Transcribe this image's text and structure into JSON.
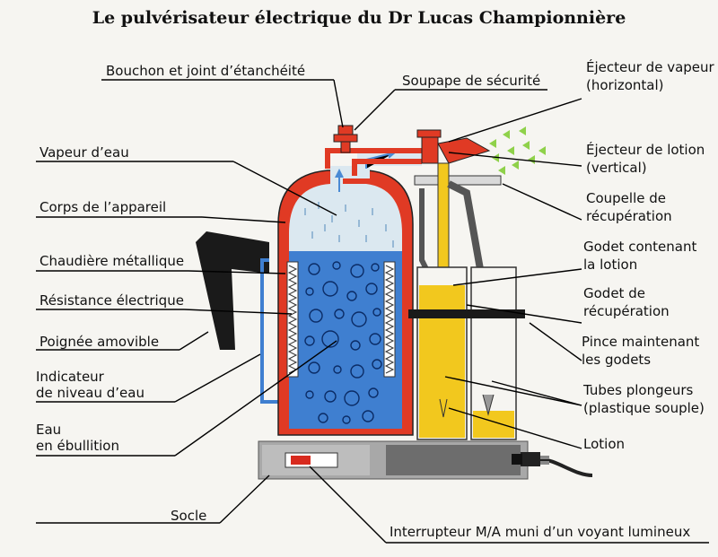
{
  "title": "Le pulvérisateur électrique du Dr Lucas Championnière",
  "labels_left": [
    {
      "id": "bouchon",
      "lines": [
        "Bouchon et joint d’étanchéité"
      ]
    },
    {
      "id": "vapeur",
      "lines": [
        "Vapeur d’eau"
      ]
    },
    {
      "id": "corps",
      "lines": [
        "Corps de l’appareil"
      ]
    },
    {
      "id": "chaudiere",
      "lines": [
        "Chaudière métallique"
      ]
    },
    {
      "id": "resistance",
      "lines": [
        "Résistance électrique"
      ]
    },
    {
      "id": "poignee",
      "lines": [
        "Poignée amovible"
      ]
    },
    {
      "id": "indicateur",
      "lines": [
        "Indicateur",
        "de niveau d’eau"
      ]
    },
    {
      "id": "eau",
      "lines": [
        "Eau",
        "en ébullition"
      ]
    },
    {
      "id": "socle",
      "lines": [
        "Socle"
      ]
    }
  ],
  "labels_right": [
    {
      "id": "soupape",
      "lines": [
        "Soupape de sécurité"
      ]
    },
    {
      "id": "ejecteur-vapeur",
      "lines": [
        "Éjecteur de vapeur",
        "(horizontal)"
      ]
    },
    {
      "id": "ejecteur-lotion",
      "lines": [
        "Éjecteur de lotion",
        "(vertical)"
      ]
    },
    {
      "id": "coupelle",
      "lines": [
        "Coupelle de",
        "récupération"
      ]
    },
    {
      "id": "godet-lotion",
      "lines": [
        "Godet contenant",
        "la lotion"
      ]
    },
    {
      "id": "godet-recup",
      "lines": [
        "Godet de",
        "récupération"
      ]
    },
    {
      "id": "pince",
      "lines": [
        "Pince maintenant",
        "les godets"
      ]
    },
    {
      "id": "tubes",
      "lines": [
        "Tubes plongeurs",
        "(plastique souple)"
      ]
    },
    {
      "id": "lotion",
      "lines": [
        "Lotion"
      ]
    },
    {
      "id": "interrupteur",
      "lines": [
        "Interrupteur M/A muni d’un voyant lumineux"
      ]
    }
  ],
  "colors": {
    "body_red": "#e03a24",
    "water_blue": "#3f7fd0",
    "steam_light": "#dbe8f0",
    "lotion_yellow": "#f2c81e",
    "spray_green": "#8fd14a",
    "base_gray": "#9a9a9a",
    "handle_black": "#1a1a1a"
  }
}
